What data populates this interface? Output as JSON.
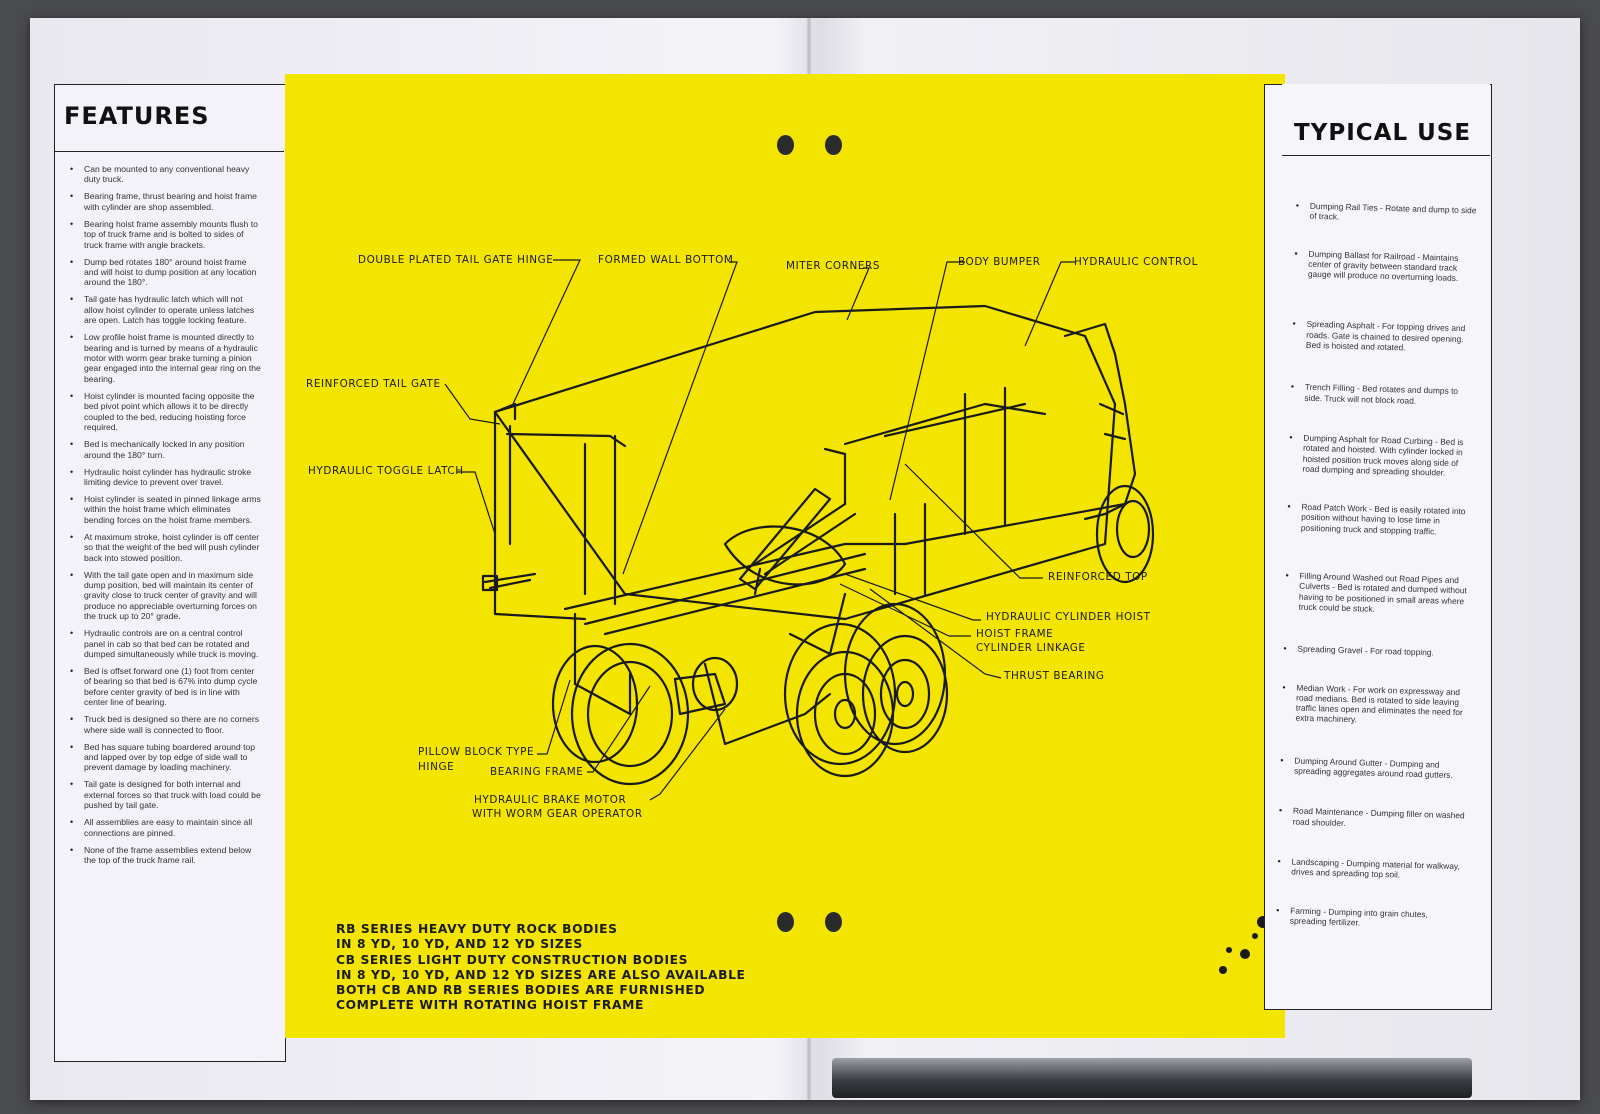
{
  "features": {
    "title": "FEATURES",
    "items": [
      "Can be mounted to any conventional heavy duty truck.",
      "Bearing frame, thrust bearing and hoist frame with cylinder are shop assembled.",
      "Bearing hoist frame assembly mounts flush to top of truck frame and is bolted to sides of truck frame with angle brackets.",
      "Dump bed rotates 180° around hoist frame and will hoist to dump position at any location around the 180°.",
      "Tail gate has hydraulic latch which will not allow hoist cylinder to operate unless latches are open. Latch has toggle locking feature.",
      "Low profile hoist frame is mounted directly to bearing and is turned by means of a hydraulic motor with worm gear brake turning a pinion gear engaged into the internal gear ring on the bearing.",
      "Hoist cylinder is mounted facing opposite the bed pivot point which allows it to be directly coupled to the bed, reducing hoisting force required.",
      "Bed is mechanically locked in any position around the 180° turn.",
      "Hydraulic hoist cylinder has hydraulic stroke limiting device to prevent over travel.",
      "Hoist cylinder is seated in pinned linkage arms within the hoist frame which eliminates bending forces on the hoist frame members.",
      "At maximum stroke, hoist cylinder is off center so that the weight of the bed will push cylinder back into stowed position.",
      "With the tail gate open and in maximum side dump position, bed will maintain its center of gravity close to truck center of gravity and will produce no appreciable overturning forces on the truck up to 20° grade.",
      "Hydraulic controls are on a central control panel in cab so that bed can be rotated and dumped simultaneously while truck is moving.",
      "Bed is offset forward one (1) foot from center of bearing so that bed is 67% into dump cycle before center gravity of bed is in line with center line of bearing.",
      "Truck bed is designed so there are no corners where side wall is connected to floor.",
      "Bed has square tubing boardered around top and lapped over by top edge of side wall to prevent damage by loading machinery.",
      "Tail gate is designed for both internal and external forces so that truck with load could be pushed by tail gate.",
      "All assemblies are easy to maintain since all connections are pinned.",
      "None of the frame assemblies extend below the top of the truck frame rail."
    ]
  },
  "diagram": {
    "labels": {
      "double_plated": "DOUBLE PLATED TAIL GATE HINGE",
      "formed_wall": "FORMED WALL BOTTOM",
      "miter": "MITER CORNERS",
      "body_bumper": "BODY BUMPER",
      "hydraulic_control": "HYDRAULIC CONTROL",
      "reinforced_tail_gate": "REINFORCED TAIL GATE",
      "toggle_latch": "HYDRAULIC TOGGLE LATCH",
      "reinforced_top": "REINFORCED TOP",
      "cylinder_hoist": "HYDRAULIC CYLINDER HOIST",
      "hoist_frame_1": "HOIST FRAME",
      "hoist_frame_2": "CYLINDER LINKAGE",
      "thrust_bearing": "THRUST BEARING",
      "pillow_1": "PILLOW BLOCK TYPE",
      "pillow_2": "HINGE",
      "bearing_frame": "BEARING FRAME",
      "brake_motor_1": "HYDRAULIC BRAKE MOTOR",
      "brake_motor_2": "WITH WORM GEAR OPERATOR"
    },
    "bottom_lines": [
      "RB SERIES HEAVY DUTY ROCK BODIES",
      "IN 8 YD, 10 YD, AND 12 YD SIZES",
      "CB SERIES LIGHT DUTY CONSTRUCTION BODIES",
      "IN 8 YD, 10 YD, AND 12 YD SIZES ARE ALSO AVAILABLE",
      "BOTH CB AND RB SERIES BODIES ARE FURNISHED",
      "COMPLETE WITH ROTATING HOIST FRAME"
    ]
  },
  "typical_use": {
    "title": "TYPICAL USE",
    "items": [
      "Dumping Rail Ties - Rotate and dump to side of track.",
      "Dumping Ballast for Railroad - Maintains center of gravity between standard track gauge will produce no overturning loads.",
      "Spreading Asphalt - For topping drives and roads. Gate is chained to desired opening. Bed is hoisted and rotated.",
      "Trench Filling - Bed rotates and dumps to side. Truck will not block road.",
      "Dumping Asphalt for Road Curbing - Bed is rotated and hoisted. With cylinder locked in hoisted position truck moves along side of road dumping and spreading shoulder.",
      "Road Patch Work - Bed is easily rotated into position without having to lose time in positioning truck and stopping traffic.",
      "Filling Around Washed out Road Pipes and Culverts - Bed is rotated and dumped without having to be positioned in small areas where truck could be stuck.",
      "Spreading Gravel - For road topping.",
      "Median Work - For work on expressway and road medians. Bed is rotated to side leaving traffic lanes open and eliminates the need for extra machinery.",
      "Dumping Around Gutter - Dumping and spreading aggregates around road gutters.",
      "Road Maintenance - Dumping filler on washed road shoulder.",
      "Landscaping - Dumping material for walkway, drives and spreading top soil.",
      "Farming - Dumping into grain chutes, spreading fertilizer."
    ]
  }
}
